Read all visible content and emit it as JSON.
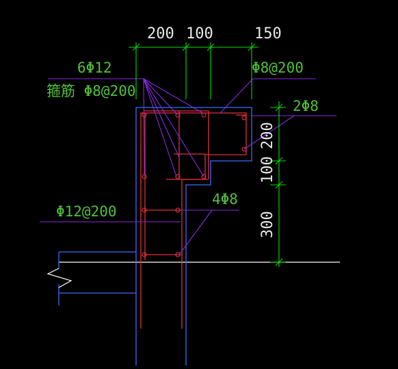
{
  "colors": {
    "background": "#000000",
    "dimension_lines": "#00e000",
    "dimension_text": "#e8e8e8",
    "label_text": "#52c23a",
    "leader_lines": "#8a2be2",
    "concrete_outline": "#3a6cff",
    "rebar": "#e0303a",
    "ground_line": "#ffffff"
  },
  "dimensions": {
    "top": [
      "200",
      "100",
      "150"
    ],
    "right": [
      "200",
      "100",
      "300"
    ]
  },
  "labels": {
    "main_bars": "6Φ12",
    "stirrups": "箍筋 Φ8@200",
    "top_distribution": "Φ8@200",
    "corner_bars": "2Φ8",
    "wall_vertical": "Φ12@200",
    "lower_bars": "4Φ8"
  }
}
